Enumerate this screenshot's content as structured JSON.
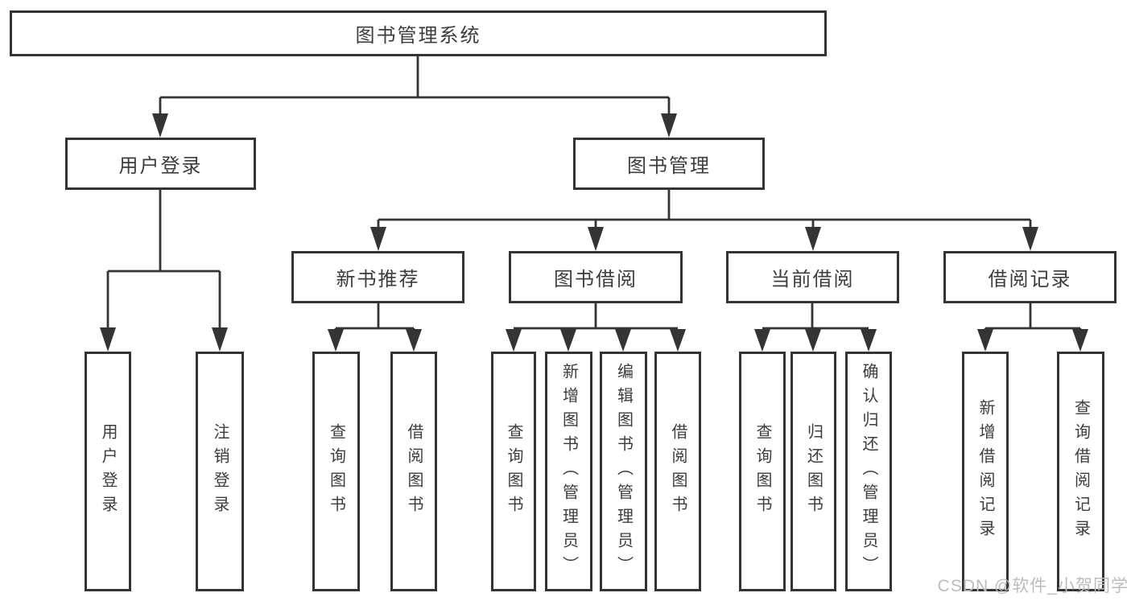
{
  "title": "图书管理系统",
  "tree": {
    "label": "图书管理系统",
    "children": [
      {
        "label": "用户登录",
        "children": [
          {
            "label": "用户登录"
          },
          {
            "label": "注销登录"
          }
        ]
      },
      {
        "label": "图书管理",
        "children": [
          {
            "label": "新书推荐",
            "children": [
              {
                "label": "查询图书"
              },
              {
                "label": "借阅图书"
              }
            ]
          },
          {
            "label": "图书借阅",
            "children": [
              {
                "label": "查询图书"
              },
              {
                "label": "新增图书（管理员）"
              },
              {
                "label": "编辑图书（管理员）"
              },
              {
                "label": "借阅图书"
              }
            ]
          },
          {
            "label": "当前借阅",
            "children": [
              {
                "label": "查询图书"
              },
              {
                "label": "归还图书"
              },
              {
                "label": "确认归还（管理员）"
              }
            ]
          },
          {
            "label": "借阅记录",
            "children": [
              {
                "label": "新增借阅记录"
              },
              {
                "label": "查询借阅记录"
              }
            ]
          }
        ]
      }
    ]
  },
  "watermark": {
    "text": "CSDN @软件_小贺同学"
  },
  "colors": {
    "line": "#343434",
    "text": "#3c3c3c",
    "background": "#ffffff",
    "watermark": "#bcbcbc"
  }
}
